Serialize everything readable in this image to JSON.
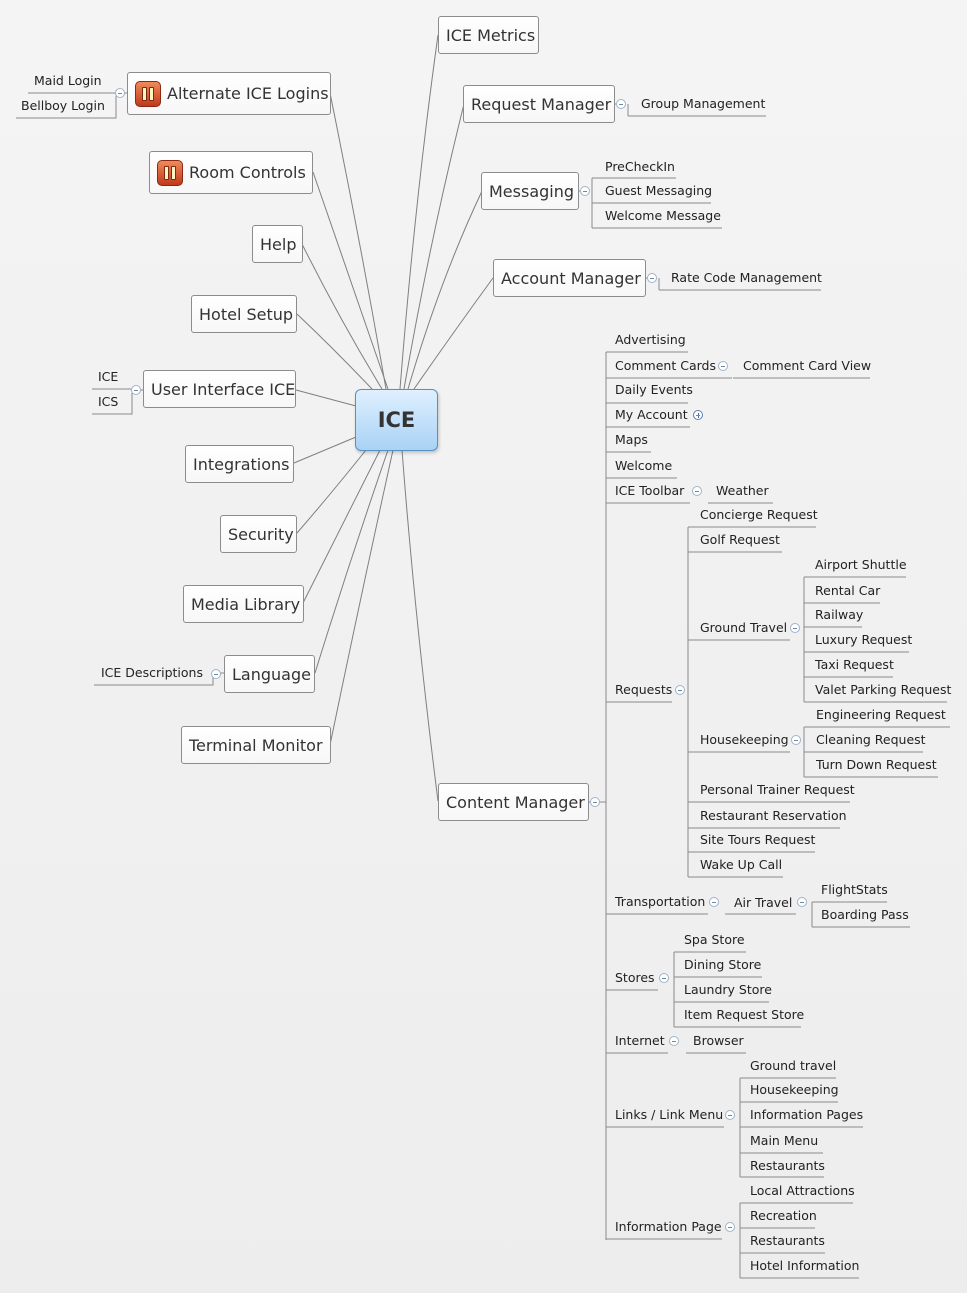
{
  "central": "ICE",
  "left_topics": {
    "alternate_ice_logins": "Alternate ICE Logins",
    "room_controls": "Room Controls",
    "help": "Help",
    "hotel_setup": "Hotel Setup",
    "user_interface_ice": "User Interface ICE",
    "integrations": "Integrations",
    "security": "Security",
    "media_library": "Media Library",
    "language": "Language",
    "terminal_monitor": "Terminal Monitor"
  },
  "left_subs": {
    "maid_login": "Maid Login",
    "bellboy_login": "Bellboy Login",
    "ice": "ICE",
    "ics": "ICS",
    "ice_descriptions": "ICE Descriptions"
  },
  "right_topics": {
    "ice_metrics": "ICE Metrics",
    "request_manager": "Request Manager",
    "messaging": "Messaging",
    "account_manager": "Account Manager",
    "content_manager": "Content Manager"
  },
  "right_subs": {
    "group_management": "Group Management",
    "precheckin": "PreCheckIn",
    "guest_messaging": "Guest Messaging",
    "welcome_message": "Welcome Message",
    "rate_code_management": "Rate Code Management"
  },
  "content": {
    "advertising": "Advertising",
    "comment_cards": "Comment Cards",
    "comment_card_view": "Comment Card View",
    "daily_events": "Daily Events",
    "my_account": "My Account",
    "maps": "Maps",
    "welcome": "Welcome",
    "ice_toolbar": "ICE Toolbar",
    "weather": "Weather",
    "requests": "Requests",
    "concierge_request": "Concierge Request",
    "golf_request": "Golf Request",
    "ground_travel": "Ground Travel",
    "airport_shuttle": "Airport Shuttle",
    "rental_car": "Rental Car",
    "railway": "Railway",
    "luxury_request": "Luxury Request",
    "taxi_request": "Taxi Request",
    "valet_parking_request": "Valet Parking Request",
    "housekeeping": "Housekeeping",
    "engineering_request": "Engineering Request",
    "cleaning_request": "Cleaning Request",
    "turn_down_request": "Turn Down Request",
    "personal_trainer_request": "Personal Trainer Request",
    "restaurant_reservation": "Restaurant Reservation",
    "site_tours_request": "Site Tours Request",
    "wake_up_call": "Wake Up Call",
    "transportation": "Transportation",
    "air_travel": "Air Travel",
    "flightstats": "FlightStats",
    "boarding_pass": "Boarding Pass",
    "stores": "Stores",
    "spa_store": "Spa Store",
    "dining_store": "Dining Store",
    "laundry_store": "Laundry Store",
    "item_request_store": "Item Request Store",
    "internet": "Internet",
    "browser": "Browser",
    "links_link_menu": "Links / Link Menu",
    "ground_travel_link": "Ground travel",
    "housekeeping_link": "Housekeeping",
    "information_pages": "Information Pages",
    "main_menu": "Main Menu",
    "restaurants_link": "Restaurants",
    "information_page": "Information Page",
    "local_attractions": "Local Attractions",
    "recreation": "Recreation",
    "restaurants_info": "Restaurants",
    "hotel_information": "Hotel Information"
  },
  "icons": {
    "topic_marker": "pause-icon",
    "collapse_toggle": "minus-circle-icon",
    "expand_toggle": "plus-circle-icon"
  },
  "colors": {
    "central_fill": "#a9d2f5",
    "line": "#7f7f7f",
    "marker": "#c0391b"
  }
}
